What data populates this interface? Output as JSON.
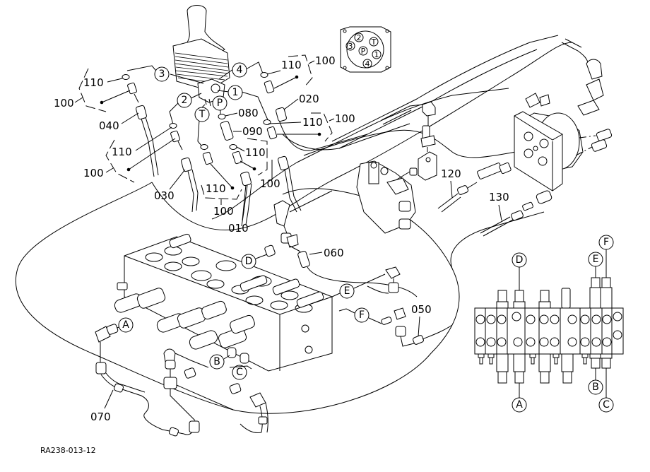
{
  "diagram": {
    "drawing_code": "RA238-013-12",
    "part_numbers": {
      "p010": "010",
      "p020": "020",
      "p030": "030",
      "p040": "040",
      "p050": "050",
      "p060": "060",
      "p070": "070",
      "p080": "080",
      "p090": "090",
      "p100": "100",
      "p110": "110",
      "p120": "120",
      "p130": "130"
    },
    "port_labels": {
      "p1": "1",
      "p2": "2",
      "p3": "3",
      "p4": "4",
      "pP": "P",
      "pT": "T"
    },
    "hose_connection_labels": {
      "A": "A",
      "B": "B",
      "C": "C",
      "D": "D",
      "E": "E",
      "F": "F"
    },
    "pilot_valve_port_plate": [
      "2",
      "T",
      "3",
      "P",
      "1",
      "4"
    ],
    "components": [
      "pilot-valve-joystick",
      "port-plate-detail",
      "control-valve-bank",
      "swivel-joint-block",
      "solenoid-valve",
      "control-valve-schematic"
    ]
  }
}
